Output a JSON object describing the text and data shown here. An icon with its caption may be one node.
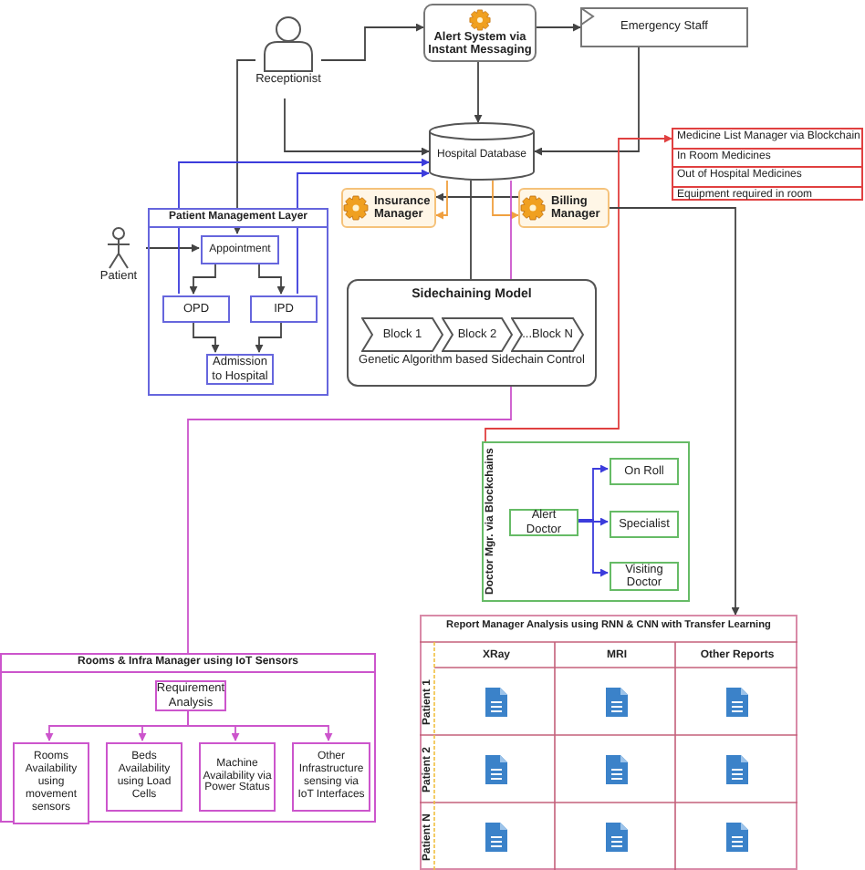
{
  "diagram": {
    "nodes": [
      {
        "text": [
          "Receptionist"
        ]
      },
      {
        "text": [
          "Alert System via Instant Messaging"
        ]
      },
      {
        "text": [
          "Emergency Staff"
        ]
      },
      {
        "text": [
          "Hospital Database"
        ]
      },
      {
        "text": [
          "Patient Management Layer"
        ]
      },
      {
        "text": [
          "Appointment"
        ],
        "in": 4
      },
      {
        "text": [
          "OPD"
        ],
        "in": 4
      },
      {
        "text": [
          "IPD"
        ],
        "in": 4
      },
      {
        "text": [
          "Admission to Hospital"
        ],
        "in": 4
      },
      {
        "text": [
          "Patient"
        ]
      },
      {
        "text": [
          "Insurance Manager"
        ]
      },
      {
        "text": [
          "Billing Manager"
        ]
      },
      {
        "text": [
          "Medicine List Manager via Blockchain",
          "In Room Medicines",
          "Out of Hospital Medicines",
          "Equipment required in room"
        ]
      },
      {
        "text": [
          "Sidechaining Model",
          "Genetic Algorithm based Sidechain Control"
        ]
      },
      {
        "text": [
          "Block 1"
        ],
        "in": 13
      },
      {
        "text": [
          "Block 2"
        ],
        "in": 13
      },
      {
        "text": [
          "...Block N"
        ],
        "in": 13
      },
      {
        "text": [
          "Doctor Mgr. via Blockchains"
        ]
      },
      {
        "text": [
          "Alert Doctor"
        ],
        "in": 17
      },
      {
        "text": [
          "On Roll"
        ],
        "in": 17
      },
      {
        "text": [
          "Specialist"
        ],
        "in": 17
      },
      {
        "text": [
          "Visiting Doctor"
        ],
        "in": 17
      },
      {
        "text": [
          "Rooms & Infra Manager using IoT Sensors"
        ]
      },
      {
        "text": [
          "Requirement Analysis"
        ],
        "in": 22
      },
      {
        "text": [
          "Rooms Availability using movement sensors"
        ],
        "in": 22
      },
      {
        "text": [
          "Beds Availability using Load Cells"
        ],
        "in": 22
      },
      {
        "text": [
          "Machine Availability via Power Status"
        ],
        "in": 22
      },
      {
        "text": [
          "Other Infrastructure sensing via IoT Interfaces"
        ],
        "in": 22
      },
      {
        "text": [
          "Report Manager Analysis using RNN & CNN with Transfer Learning"
        ]
      }
    ],
    "edges": [
      {
        "from": 0,
        "to": 1,
        "arrow": "to"
      },
      {
        "from": 0,
        "to": 3,
        "arrow": "to"
      },
      {
        "from": 0,
        "to": 5,
        "arrow": "to"
      },
      {
        "from": 1,
        "to": 2,
        "arrow": "to"
      },
      {
        "from": 1,
        "to": 3,
        "arrow": "to"
      },
      {
        "from": 2,
        "to": 3,
        "arrow": "to"
      },
      {
        "from": 9,
        "to": 5,
        "arrow": "to"
      },
      {
        "from": 5,
        "to": 6,
        "arrow": "to"
      },
      {
        "from": 5,
        "to": 7,
        "arrow": "to"
      },
      {
        "from": 6,
        "to": 8,
        "arrow": "to"
      },
      {
        "from": 7,
        "to": 8,
        "arrow": "to"
      },
      {
        "from": 6,
        "to": 3,
        "arrow": "to",
        "color": "#3c3cdc"
      },
      {
        "from": 7,
        "to": 3,
        "arrow": "to",
        "color": "#3c3cdc"
      },
      {
        "from": 11,
        "to": 10,
        "arrow": "to"
      },
      {
        "from": 3,
        "to": 10,
        "arrow": "to",
        "color": "#f0a040"
      },
      {
        "from": 3,
        "to": 11,
        "arrow": "to",
        "color": "#f0a040"
      },
      {
        "from": 3,
        "to": 13,
        "arrow": "none"
      },
      {
        "from": 3,
        "to": 22,
        "arrow": "none",
        "color": "#cc55cc"
      },
      {
        "from": 17,
        "to": 12,
        "arrow": "to",
        "color": "#e04040"
      },
      {
        "from": 11,
        "to": 28,
        "arrow": "to"
      },
      {
        "from": 18,
        "to": 19,
        "arrow": "to",
        "color": "#3c3cdc"
      },
      {
        "from": 18,
        "to": 20,
        "arrow": "to",
        "color": "#3c3cdc"
      },
      {
        "from": 18,
        "to": 21,
        "arrow": "to",
        "color": "#3c3cdc"
      },
      {
        "from": 23,
        "to": 24,
        "arrow": "to",
        "color": "#cc55cc"
      },
      {
        "from": 23,
        "to": 25,
        "arrow": "to",
        "color": "#cc55cc"
      },
      {
        "from": 23,
        "to": 26,
        "arrow": "to",
        "color": "#cc55cc"
      },
      {
        "from": 23,
        "to": 27,
        "arrow": "to",
        "color": "#cc55cc"
      }
    ],
    "labels": [
      "XRay",
      "MRI",
      "Other Reports",
      "Patient 1",
      "Patient 2",
      "Patient N"
    ]
  }
}
